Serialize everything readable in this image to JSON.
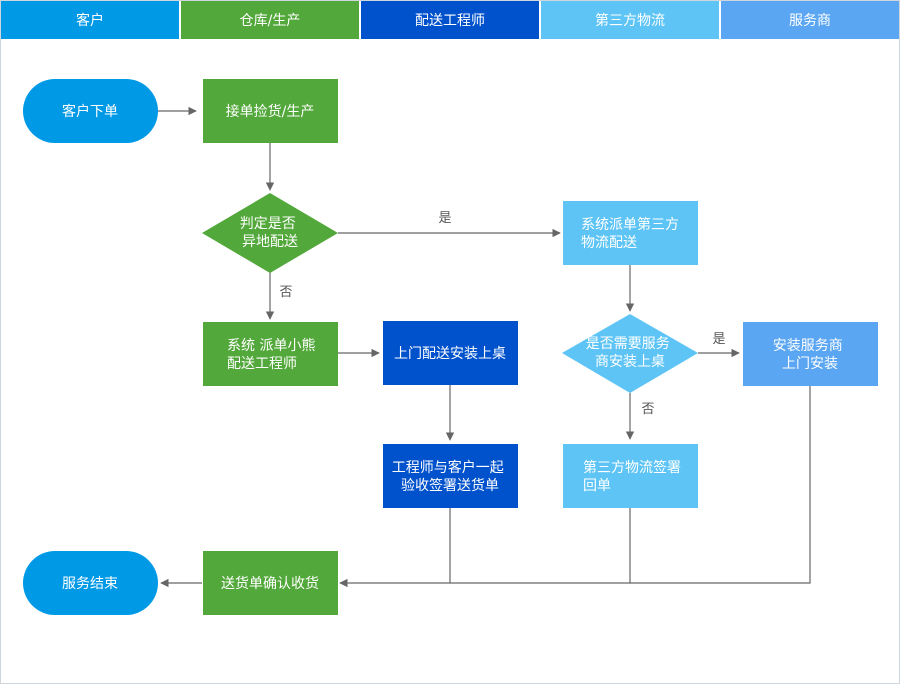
{
  "lanes": [
    {
      "label": "客户",
      "color": "#0099e6"
    },
    {
      "label": "仓库/生产",
      "color": "#52a83a"
    },
    {
      "label": "配送工程师",
      "color": "#0052cc"
    },
    {
      "label": "第三方物流",
      "color": "#5ec4f5"
    },
    {
      "label": "服务商",
      "color": "#5aa6f2"
    }
  ],
  "nodes": {
    "customer_order": {
      "lines": [
        "客户下单"
      ]
    },
    "pick_produce": {
      "lines": [
        "接单捡货/生产"
      ]
    },
    "remote_check": {
      "lines": [
        "判定是否",
        "异地配送"
      ]
    },
    "dispatch_3pl": {
      "lines": [
        "系统派单第三方",
        "物流配送"
      ]
    },
    "dispatch_engineer": {
      "lines": [
        "系统 派单小熊",
        "配送工程师"
      ]
    },
    "door_install": {
      "lines": [
        "上门配送安装上桌"
      ]
    },
    "need_install": {
      "lines": [
        "是否需要服务",
        "商安装上桌"
      ]
    },
    "provider_install": {
      "lines": [
        "安装服务商",
        "上门安装"
      ]
    },
    "sign_receipt": {
      "lines": [
        "工程师与客户一起",
        "验收签署送货单"
      ]
    },
    "logistics_sign": {
      "lines": [
        "第三方物流签署",
        "回单"
      ]
    },
    "confirm_receipt": {
      "lines": [
        "送货单确认收货"
      ]
    },
    "service_end": {
      "lines": [
        "服务结束"
      ]
    }
  },
  "edge_labels": {
    "yes_remote": "是",
    "no_remote": "否",
    "yes_install": "是",
    "no_install": "否"
  }
}
